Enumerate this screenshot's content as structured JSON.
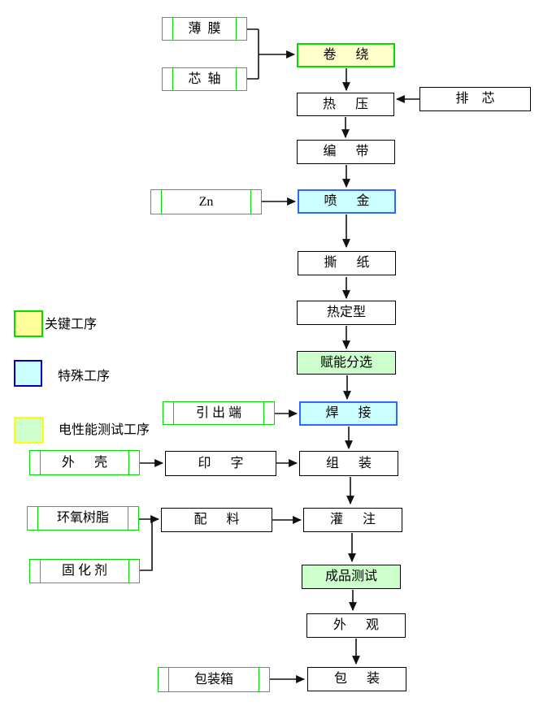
{
  "nodes": {
    "film": {
      "label": "薄  膜",
      "type": "input"
    },
    "core_shaft": {
      "label": "芯  轴",
      "type": "input"
    },
    "winding": {
      "label": "卷      绕",
      "type": "key"
    },
    "hot_press": {
      "label": "热      压",
      "type": "process"
    },
    "core_array": {
      "label": "排    芯",
      "type": "process"
    },
    "taping": {
      "label": "编      带",
      "type": "process"
    },
    "zn": {
      "label": "Zn",
      "type": "input"
    },
    "metal_spray": {
      "label": "喷      金",
      "type": "special"
    },
    "paper_tear": {
      "label": "撕      纸",
      "type": "process"
    },
    "heat_setting": {
      "label": "热定型",
      "type": "process"
    },
    "energize_sort": {
      "label": "赋能分选",
      "type": "etest"
    },
    "lead_terminal": {
      "label": "引 出 端",
      "type": "input"
    },
    "welding": {
      "label": "焊      接",
      "type": "special"
    },
    "shell": {
      "label": "外      壳",
      "type": "input"
    },
    "printing": {
      "label": "印      字",
      "type": "process"
    },
    "assembly": {
      "label": "组      装",
      "type": "process"
    },
    "epoxy": {
      "label": "环氧树脂",
      "type": "input"
    },
    "compounding": {
      "label": "配      料",
      "type": "process"
    },
    "curing_agent": {
      "label": "固 化 剂",
      "type": "input"
    },
    "potting": {
      "label": "灌      注",
      "type": "process"
    },
    "final_test": {
      "label": "成品测试",
      "type": "etest"
    },
    "appearance": {
      "label": "外      观",
      "type": "process"
    },
    "packing_box": {
      "label": "包装箱",
      "type": "input"
    },
    "packing": {
      "label": "包      装",
      "type": "process"
    }
  },
  "legend": {
    "key_process": {
      "label": "关键工序",
      "fill": "#ffff99",
      "border": "#00dd00"
    },
    "special_process": {
      "label": "特殊工序",
      "fill": "#ccffff",
      "border": "#0000cc"
    },
    "etest_process": {
      "label": "电性能测试工序",
      "fill": "#ccffcc",
      "border": "#ffff00"
    }
  },
  "colors": {
    "key_fill": "#ffffcc",
    "key_border": "#00dd00",
    "special_fill": "#ccffff",
    "special_border": "#3366ff",
    "etest_fill": "#ccffcc",
    "etest_border": "#000000",
    "input_border": "#00dd00",
    "process_border": "#000000",
    "connector": "#111111",
    "text": "#000000",
    "background": "#ffffff"
  }
}
